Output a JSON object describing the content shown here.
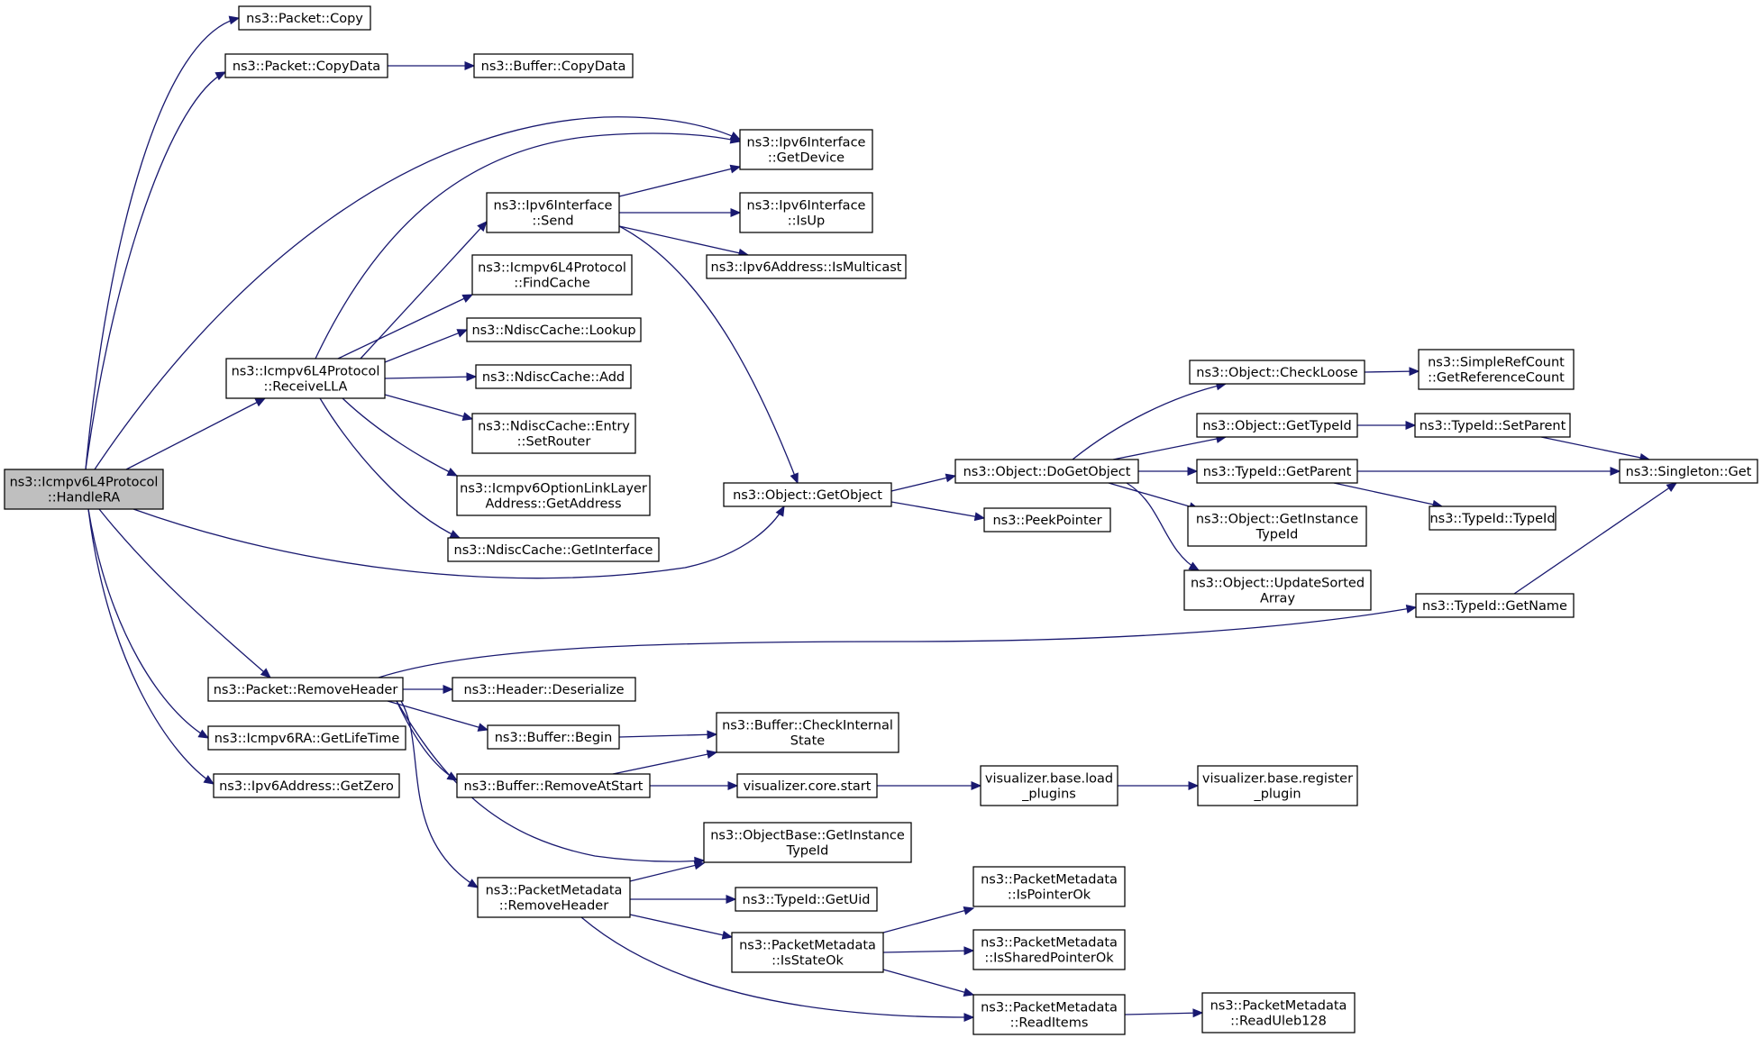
{
  "graph": {
    "nodes": [
      {
        "id": "n0",
        "lines": [
          "ns3::Icmpv6L4Protocol",
          "::HandleRA"
        ],
        "root": true
      },
      {
        "id": "n1",
        "lines": [
          "ns3::Packet::Copy"
        ]
      },
      {
        "id": "n2",
        "lines": [
          "ns3::Packet::CopyData"
        ]
      },
      {
        "id": "n3",
        "lines": [
          "ns3::Buffer::CopyData"
        ]
      },
      {
        "id": "n4",
        "lines": [
          "ns3::Ipv6Interface",
          "::GetDevice"
        ]
      },
      {
        "id": "n5",
        "lines": [
          "ns3::Icmpv6L4Protocol",
          "::ReceiveLLA"
        ]
      },
      {
        "id": "n6",
        "lines": [
          "ns3::Ipv6Interface",
          "::Send"
        ]
      },
      {
        "id": "n7",
        "lines": [
          "ns3::Ipv6Interface",
          "::IsUp"
        ]
      },
      {
        "id": "n8",
        "lines": [
          "ns3::Ipv6Address::IsMulticast"
        ]
      },
      {
        "id": "n9",
        "lines": [
          "ns3::Object::GetObject"
        ]
      },
      {
        "id": "n10",
        "lines": [
          "ns3::Icmpv6L4Protocol",
          "::FindCache"
        ]
      },
      {
        "id": "n11",
        "lines": [
          "ns3::NdiscCache::Lookup"
        ]
      },
      {
        "id": "n12",
        "lines": [
          "ns3::NdiscCache::Add"
        ]
      },
      {
        "id": "n13",
        "lines": [
          "ns3::NdiscCache::Entry",
          "::SetRouter"
        ]
      },
      {
        "id": "n14",
        "lines": [
          "ns3::Icmpv6OptionLinkLayer",
          "Address::GetAddress"
        ]
      },
      {
        "id": "n15",
        "lines": [
          "ns3::NdiscCache::GetInterface"
        ]
      },
      {
        "id": "n16",
        "lines": [
          "ns3::Object::DoGetObject"
        ]
      },
      {
        "id": "n17",
        "lines": [
          "ns3::PeekPointer"
        ]
      },
      {
        "id": "n18",
        "lines": [
          "ns3::Object::CheckLoose"
        ]
      },
      {
        "id": "n19",
        "lines": [
          "ns3::SimpleRefCount",
          "::GetReferenceCount"
        ]
      },
      {
        "id": "n20",
        "lines": [
          "ns3::Object::GetTypeId"
        ]
      },
      {
        "id": "n21",
        "lines": [
          "ns3::TypeId::SetParent"
        ]
      },
      {
        "id": "n22",
        "lines": [
          "ns3::TypeId::GetParent"
        ]
      },
      {
        "id": "n23",
        "lines": [
          "ns3::Singleton::Get"
        ]
      },
      {
        "id": "n24",
        "lines": [
          "ns3::TypeId::TypeId"
        ]
      },
      {
        "id": "n25",
        "lines": [
          "ns3::Object::GetInstance",
          "TypeId"
        ]
      },
      {
        "id": "n26",
        "lines": [
          "ns3::Object::UpdateSorted",
          "Array"
        ]
      },
      {
        "id": "n27",
        "lines": [
          "ns3::TypeId::GetName"
        ]
      },
      {
        "id": "n28",
        "lines": [
          "ns3::Packet::RemoveHeader"
        ]
      },
      {
        "id": "n29",
        "lines": [
          "ns3::Header::Deserialize"
        ]
      },
      {
        "id": "n30",
        "lines": [
          "ns3::Buffer::Begin"
        ]
      },
      {
        "id": "n31",
        "lines": [
          "ns3::Buffer::CheckInternal",
          "State"
        ]
      },
      {
        "id": "n32",
        "lines": [
          "ns3::Buffer::RemoveAtStart"
        ]
      },
      {
        "id": "n33",
        "lines": [
          "visualizer.core.start"
        ]
      },
      {
        "id": "n34",
        "lines": [
          "visualizer.base.load",
          "_plugins"
        ]
      },
      {
        "id": "n35",
        "lines": [
          "visualizer.base.register",
          "_plugin"
        ]
      },
      {
        "id": "n36",
        "lines": [
          "ns3::ObjectBase::GetInstance",
          "TypeId"
        ]
      },
      {
        "id": "n37",
        "lines": [
          "ns3::PacketMetadata",
          "::RemoveHeader"
        ]
      },
      {
        "id": "n38",
        "lines": [
          "ns3::TypeId::GetUid"
        ]
      },
      {
        "id": "n39",
        "lines": [
          "ns3::PacketMetadata",
          "::IsPointerOk"
        ]
      },
      {
        "id": "n40",
        "lines": [
          "ns3::PacketMetadata",
          "::IsStateOk"
        ]
      },
      {
        "id": "n41",
        "lines": [
          "ns3::PacketMetadata",
          "::IsSharedPointerOk"
        ]
      },
      {
        "id": "n42",
        "lines": [
          "ns3::PacketMetadata",
          "::ReadItems"
        ]
      },
      {
        "id": "n43",
        "lines": [
          "ns3::PacketMetadata",
          "::ReadUleb128"
        ]
      },
      {
        "id": "n44",
        "lines": [
          "ns3::Icmpv6RA::GetLifeTime"
        ]
      },
      {
        "id": "n45",
        "lines": [
          "ns3::Ipv6Address::GetZero"
        ]
      }
    ],
    "edges": [
      {
        "from": "n0",
        "to": "n1"
      },
      {
        "from": "n0",
        "to": "n2"
      },
      {
        "from": "n2",
        "to": "n3"
      },
      {
        "from": "n0",
        "to": "n4"
      },
      {
        "from": "n0",
        "to": "n5"
      },
      {
        "from": "n5",
        "to": "n4"
      },
      {
        "from": "n5",
        "to": "n6"
      },
      {
        "from": "n6",
        "to": "n4"
      },
      {
        "from": "n6",
        "to": "n7"
      },
      {
        "from": "n6",
        "to": "n8"
      },
      {
        "from": "n6",
        "to": "n9"
      },
      {
        "from": "n5",
        "to": "n10"
      },
      {
        "from": "n5",
        "to": "n11"
      },
      {
        "from": "n5",
        "to": "n12"
      },
      {
        "from": "n5",
        "to": "n13"
      },
      {
        "from": "n5",
        "to": "n14"
      },
      {
        "from": "n5",
        "to": "n15"
      },
      {
        "from": "n0",
        "to": "n9"
      },
      {
        "from": "n9",
        "to": "n16"
      },
      {
        "from": "n9",
        "to": "n17"
      },
      {
        "from": "n16",
        "to": "n18"
      },
      {
        "from": "n18",
        "to": "n19"
      },
      {
        "from": "n16",
        "to": "n20"
      },
      {
        "from": "n20",
        "to": "n21"
      },
      {
        "from": "n21",
        "to": "n23"
      },
      {
        "from": "n16",
        "to": "n22"
      },
      {
        "from": "n22",
        "to": "n23"
      },
      {
        "from": "n22",
        "to": "n24"
      },
      {
        "from": "n16",
        "to": "n25"
      },
      {
        "from": "n16",
        "to": "n26"
      },
      {
        "from": "n27",
        "to": "n23"
      },
      {
        "from": "n0",
        "to": "n28"
      },
      {
        "from": "n28",
        "to": "n27"
      },
      {
        "from": "n28",
        "to": "n29"
      },
      {
        "from": "n28",
        "to": "n30"
      },
      {
        "from": "n30",
        "to": "n31"
      },
      {
        "from": "n28",
        "to": "n32"
      },
      {
        "from": "n32",
        "to": "n31"
      },
      {
        "from": "n32",
        "to": "n33"
      },
      {
        "from": "n33",
        "to": "n34"
      },
      {
        "from": "n34",
        "to": "n35"
      },
      {
        "from": "n28",
        "to": "n36"
      },
      {
        "from": "n28",
        "to": "n37"
      },
      {
        "from": "n37",
        "to": "n36"
      },
      {
        "from": "n37",
        "to": "n38"
      },
      {
        "from": "n37",
        "to": "n40"
      },
      {
        "from": "n37",
        "to": "n42"
      },
      {
        "from": "n40",
        "to": "n39"
      },
      {
        "from": "n40",
        "to": "n41"
      },
      {
        "from": "n40",
        "to": "n42"
      },
      {
        "from": "n42",
        "to": "n43"
      },
      {
        "from": "n0",
        "to": "n44"
      },
      {
        "from": "n0",
        "to": "n45"
      }
    ]
  }
}
